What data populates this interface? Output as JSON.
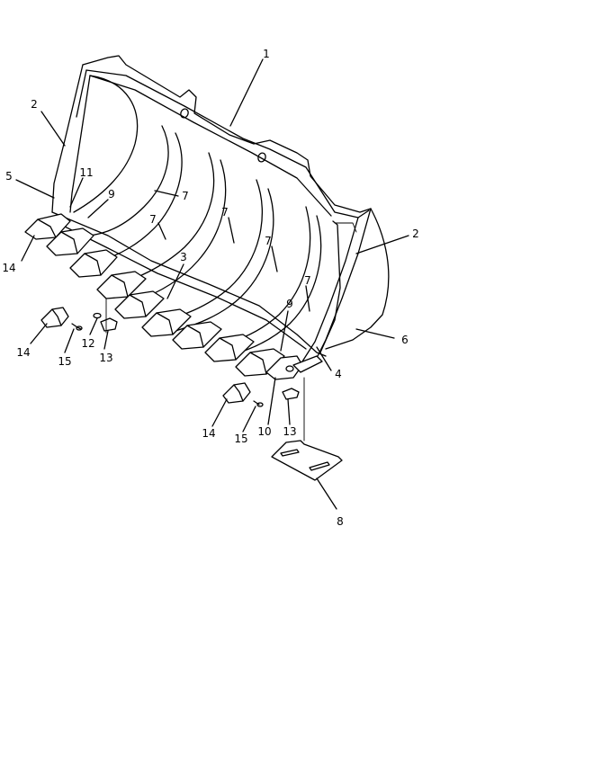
{
  "diagram": {
    "callouts": [
      {
        "id": "c1",
        "label": "1"
      },
      {
        "id": "c2a",
        "label": "2"
      },
      {
        "id": "c2b",
        "label": "2"
      },
      {
        "id": "c3",
        "label": "3"
      },
      {
        "id": "c4",
        "label": "4"
      },
      {
        "id": "c5",
        "label": "5"
      },
      {
        "id": "c6",
        "label": "6"
      },
      {
        "id": "c7a",
        "label": "7"
      },
      {
        "id": "c7b",
        "label": "7"
      },
      {
        "id": "c7c",
        "label": "7"
      },
      {
        "id": "c7d",
        "label": "7"
      },
      {
        "id": "c7e",
        "label": "7"
      },
      {
        "id": "c8",
        "label": "8"
      },
      {
        "id": "c9a",
        "label": "9"
      },
      {
        "id": "c9b",
        "label": "9"
      },
      {
        "id": "c10",
        "label": "10"
      },
      {
        "id": "c11",
        "label": "11"
      },
      {
        "id": "c12",
        "label": "12"
      },
      {
        "id": "c13a",
        "label": "13"
      },
      {
        "id": "c13b",
        "label": "13"
      },
      {
        "id": "c14a",
        "label": "14"
      },
      {
        "id": "c14b",
        "label": "14"
      },
      {
        "id": "c14c",
        "label": "14"
      },
      {
        "id": "c15a",
        "label": "15"
      },
      {
        "id": "c15b",
        "label": "15"
      }
    ]
  }
}
